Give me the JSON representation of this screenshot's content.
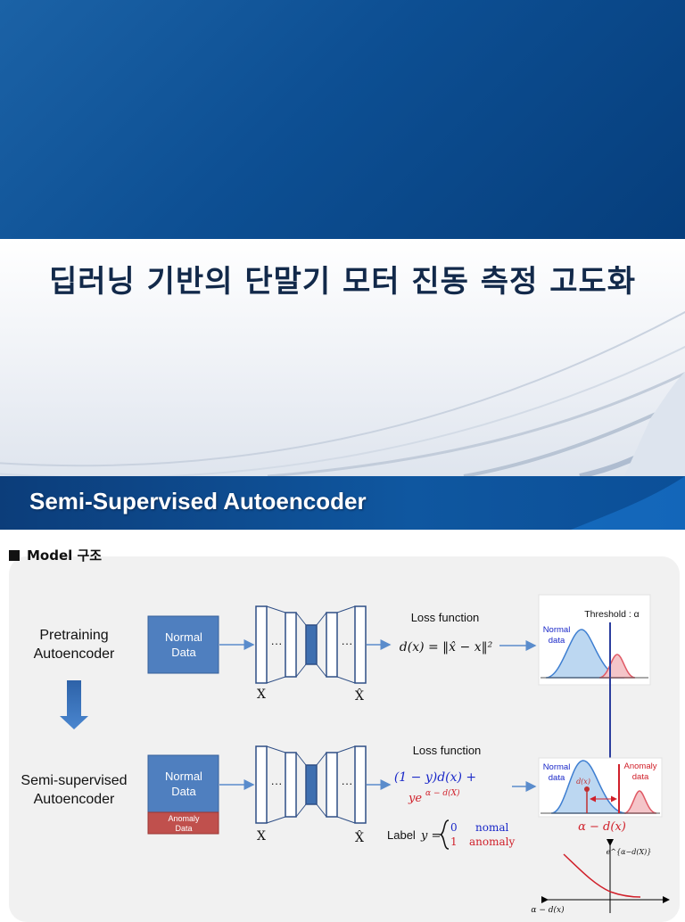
{
  "slide_title": "딥러닝 기반의 단말기 모터 진동 측정 고도화",
  "section_title": "Semi-Supervised Autoencoder",
  "model_heading": "Model 구조",
  "stage1": {
    "label_line1": "Pretraining",
    "label_line2": "Autoencoder",
    "data_box_line1": "Normal",
    "data_box_line2": "Data",
    "input_symbol": "X",
    "output_symbol": "X̂",
    "ellipsis": "···",
    "loss_title": "Loss function",
    "loss_formula": "d(x) = ‖x̂ − x‖²",
    "dist_threshold": "Threshold : α",
    "dist_normal_line1": "Normal",
    "dist_normal_line2": "data"
  },
  "stage2": {
    "label_line1": "Semi-supervised",
    "label_line2": "Autoencoder",
    "data_box_line1": "Normal",
    "data_box_line2": "Data",
    "anomaly_line1": "Anomaly",
    "anomaly_line2": "Data",
    "input_symbol": "X",
    "output_symbol": "X̂",
    "ellipsis": "···",
    "loss_title": "Loss function",
    "loss_line1": "(1 − y)d(x) +",
    "loss_line2_base": "ye",
    "loss_line2_exp": "α − d(X)",
    "label_prefix": "Label",
    "label_var": "y =",
    "case0_value": "0",
    "case0_text": "nomal",
    "case1_value": "1",
    "case1_text": "anomaly",
    "dist_normal_line1": "Normal",
    "dist_normal_line2": "data",
    "dist_anomaly_line1": "Anomaly",
    "dist_anomaly_line2": "data",
    "dist_marker": "d(x)",
    "margin_formula": "α − d(x)",
    "exp_plot_label": "e^{α−d(X)}",
    "exp_axis_label": "α − d(x)"
  },
  "colors": {
    "box_blue": "#4f7fbf",
    "box_red": "#c0504d",
    "blue_text": "#1a28c8",
    "red_text": "#d0202a",
    "header_blue": "#0d4f93"
  }
}
